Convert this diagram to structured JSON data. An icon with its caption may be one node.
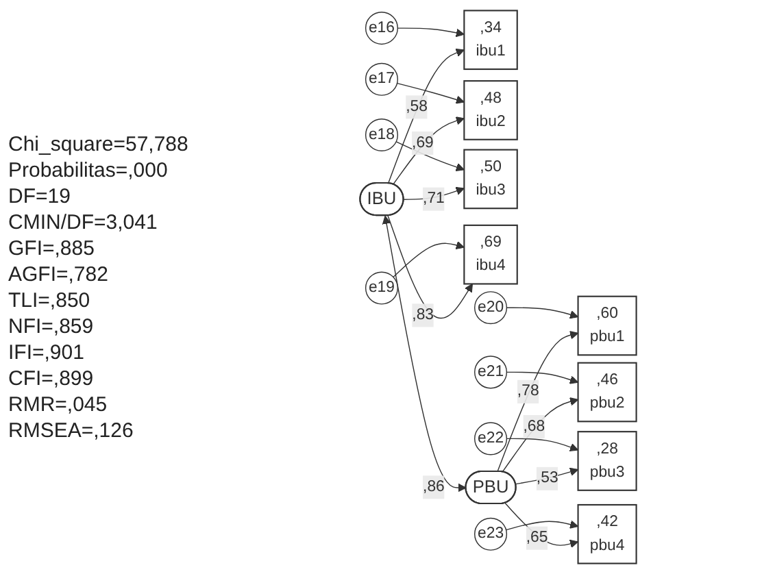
{
  "diagram": {
    "nodes": [
      {
        "text": [
          "IBU"
        ]
      },
      {
        "text": [
          ",34",
          "ibu1"
        ]
      },
      {
        "text": [
          ",48",
          "ibu2"
        ]
      },
      {
        "text": [
          ",50",
          "ibu3"
        ]
      },
      {
        "text": [
          ",69",
          "ibu4"
        ]
      },
      {
        "text": [
          "e16"
        ]
      },
      {
        "text": [
          "e17"
        ]
      },
      {
        "text": [
          "e18"
        ]
      },
      {
        "text": [
          "e19"
        ]
      },
      {
        "text": [
          "PBU"
        ]
      },
      {
        "text": [
          ",60",
          "pbu1"
        ]
      },
      {
        "text": [
          ",46",
          "pbu2"
        ]
      },
      {
        "text": [
          ",28",
          "pbu3"
        ]
      },
      {
        "text": [
          ",42",
          "pbu4"
        ]
      },
      {
        "text": [
          "e20"
        ]
      },
      {
        "text": [
          "e21"
        ]
      },
      {
        "text": [
          "e22"
        ]
      },
      {
        "text": [
          "e23"
        ]
      }
    ],
    "edges": [
      {
        "from": 0,
        "to": 1,
        "arrow": "to",
        "label": ",58"
      },
      {
        "from": 0,
        "to": 2,
        "arrow": "to",
        "label": ",69"
      },
      {
        "from": 0,
        "to": 3,
        "arrow": "to",
        "label": ",71"
      },
      {
        "from": 0,
        "to": 4,
        "arrow": "to",
        "label": ",83"
      },
      {
        "from": 5,
        "to": 1,
        "arrow": "to"
      },
      {
        "from": 6,
        "to": 2,
        "arrow": "to"
      },
      {
        "from": 7,
        "to": 3,
        "arrow": "to"
      },
      {
        "from": 8,
        "to": 4,
        "arrow": "to"
      },
      {
        "from": 0,
        "to": 9,
        "arrow": "both",
        "label": ",86"
      },
      {
        "from": 9,
        "to": 10,
        "arrow": "to",
        "label": ",78"
      },
      {
        "from": 9,
        "to": 11,
        "arrow": "to",
        "label": ",68"
      },
      {
        "from": 9,
        "to": 12,
        "arrow": "to",
        "label": ",53"
      },
      {
        "from": 9,
        "to": 13,
        "arrow": "to",
        "label": ",65"
      },
      {
        "from": 14,
        "to": 10,
        "arrow": "to"
      },
      {
        "from": 15,
        "to": 11,
        "arrow": "to"
      },
      {
        "from": 16,
        "to": 12,
        "arrow": "to"
      },
      {
        "from": 17,
        "to": 13,
        "arrow": "to"
      }
    ],
    "labels": [
      "Chi_square=57,788",
      "Probabilitas=,000",
      "DF=19",
      "CMIN/DF=3,041",
      "GFI=,885",
      "AGFI=,782",
      "TLI=,850",
      "NFI=,859",
      "IFI=,901",
      "CFI=,899",
      "RMR=,045",
      "RMSEA=,126"
    ]
  }
}
